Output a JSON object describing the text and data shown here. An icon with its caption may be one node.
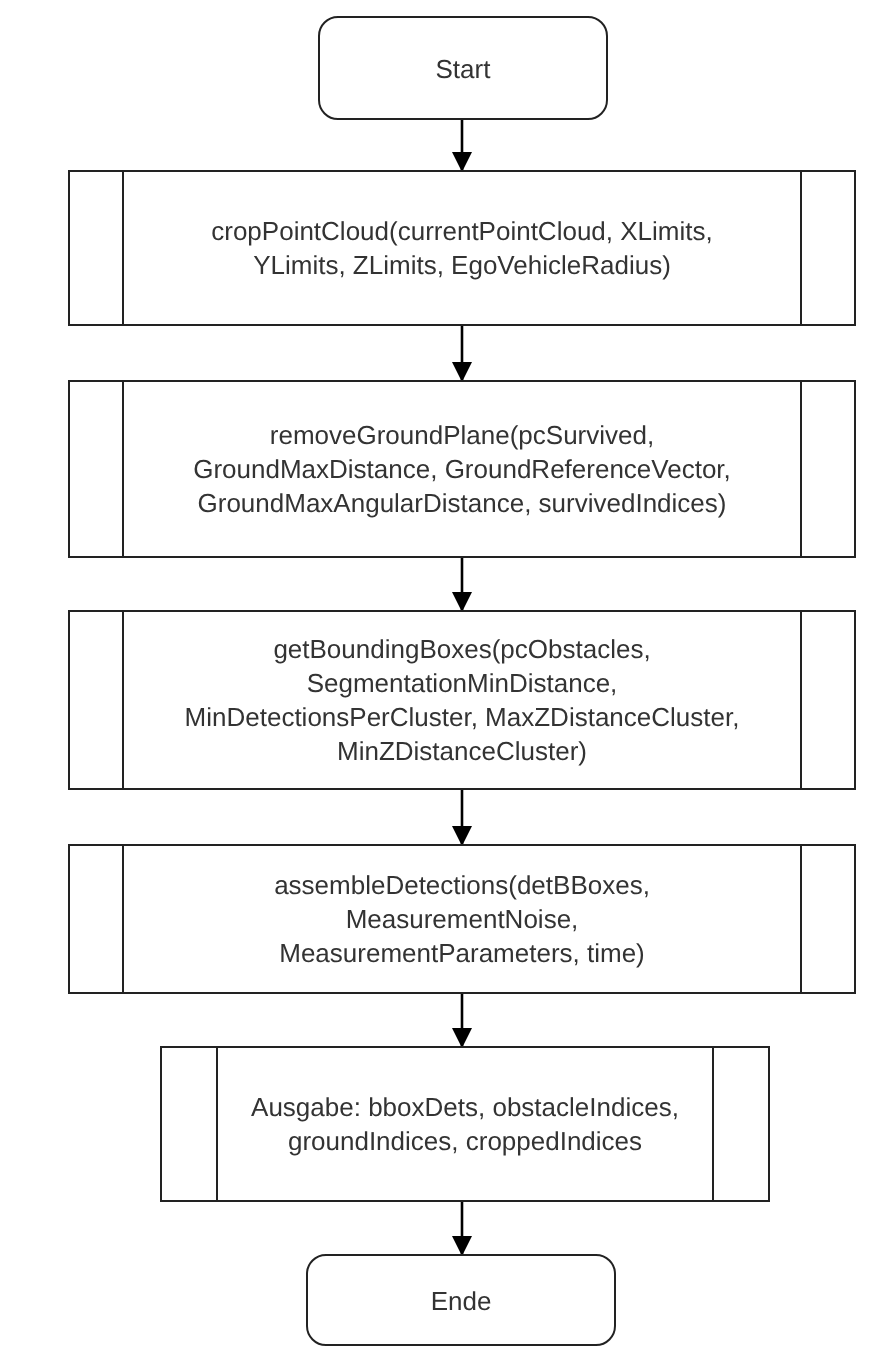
{
  "diagram": {
    "nodes": [
      {
        "text": [
          "Start"
        ]
      },
      {
        "text": [
          "cropPointCloud(currentPointCloud, XLimits, YLimits, ZLimits, EgoVehicleRadius)"
        ]
      },
      {
        "text": [
          "removeGroundPlane(pcSurvived, GroundMaxDistance, GroundReferenceVector, GroundMaxAngularDistance, survivedIndices)"
        ]
      },
      {
        "text": [
          "getBoundingBoxes(pcObstacles, SegmentationMinDistance, MinDetectionsPerCluster, MaxZDistanceCluster, MinZDistanceCluster)"
        ]
      },
      {
        "text": [
          "assembleDetections(detBBoxes, MeasurementNoise, MeasurementParameters, time)"
        ]
      },
      {
        "text": [
          "Ausgabe: bboxDets, obstacleIndices, groundIndices, croppedIndices"
        ]
      },
      {
        "text": [
          "Ende"
        ]
      }
    ],
    "edges": [
      {
        "from": 0,
        "to": 1,
        "arrow": "to"
      },
      {
        "from": 1,
        "to": 2,
        "arrow": "to"
      },
      {
        "from": 2,
        "to": 3,
        "arrow": "to"
      },
      {
        "from": 3,
        "to": 4,
        "arrow": "to"
      },
      {
        "from": 4,
        "to": 5,
        "arrow": "to"
      },
      {
        "from": 5,
        "to": 6,
        "arrow": "to"
      }
    ]
  }
}
